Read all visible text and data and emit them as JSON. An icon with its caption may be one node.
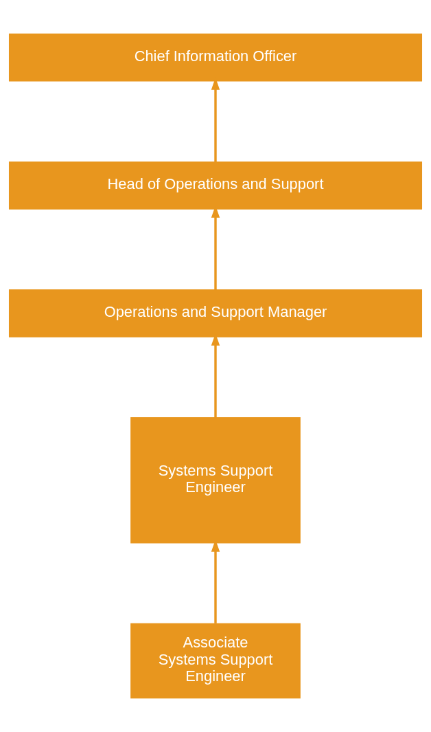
{
  "diagram": {
    "nodes": [
      {
        "text": [
          "Chief Information Officer"
        ]
      },
      {
        "text": [
          "Head of Operations and Support"
        ]
      },
      {
        "text": [
          "Operations and Support Manager"
        ]
      },
      {
        "text": [
          "Systems Support Engineer"
        ]
      },
      {
        "text": [
          "Associate Systems Support Engineer"
        ]
      }
    ],
    "edges": [
      {
        "from": 1,
        "to": 0,
        "arrow": "to"
      },
      {
        "from": 2,
        "to": 1,
        "arrow": "to"
      },
      {
        "from": 3,
        "to": 2,
        "arrow": "to"
      },
      {
        "from": 4,
        "to": 3,
        "arrow": "to"
      }
    ]
  }
}
